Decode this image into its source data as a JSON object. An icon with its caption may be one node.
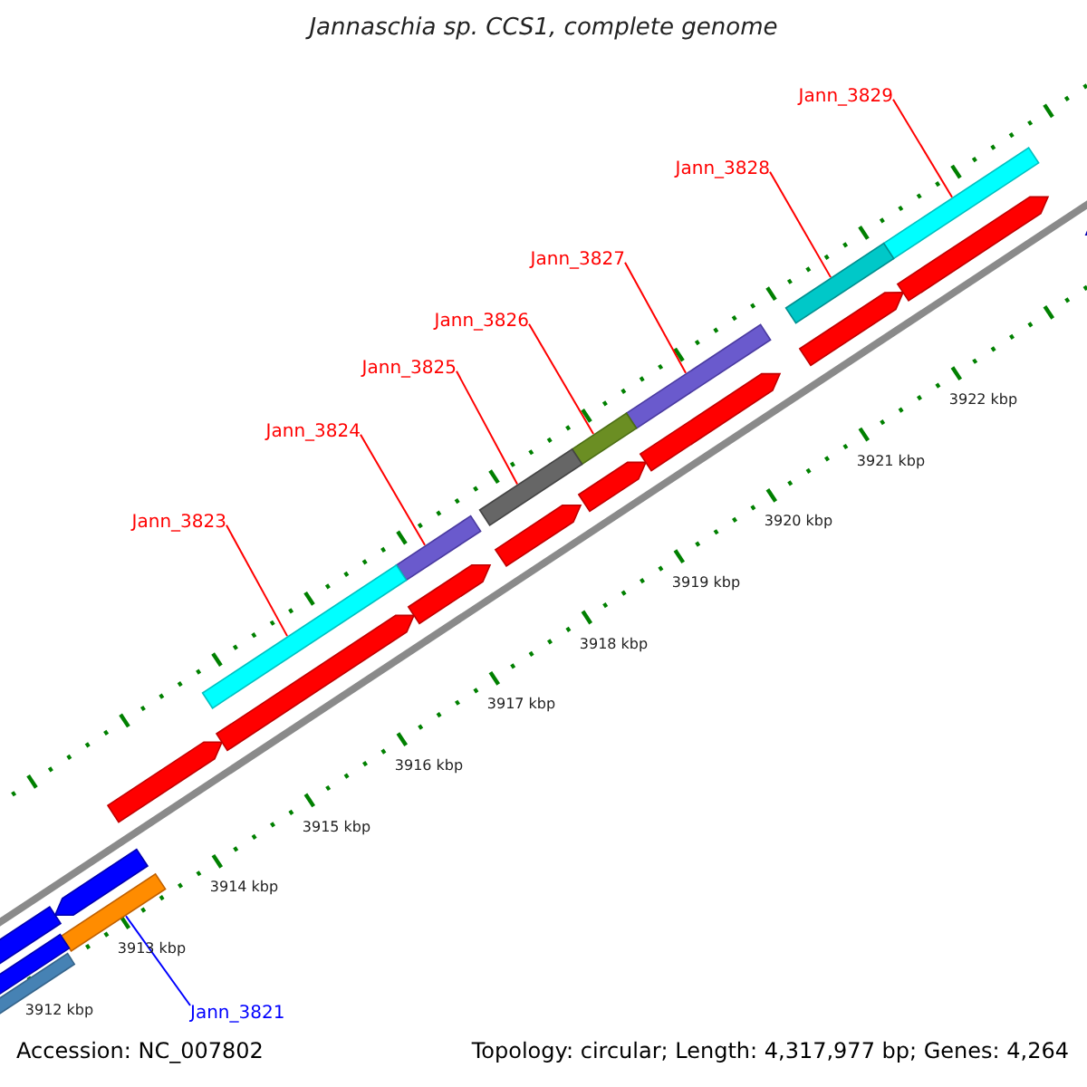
{
  "diagram": {
    "title": "Jannaschia sp. CCS1, complete genome",
    "nodes": [
      {
        "text": [
          "Jann_3829"
        ]
      },
      {
        "text": [
          "Jann_3828"
        ]
      },
      {
        "text": [
          "Jann_3827"
        ]
      },
      {
        "text": [
          "Jann_3826"
        ]
      },
      {
        "text": [
          "Jann_3825"
        ]
      },
      {
        "text": [
          "Jann_3824"
        ]
      },
      {
        "text": [
          "Jann_3823"
        ]
      },
      {
        "text": [
          "Jann_3821"
        ]
      },
      {
        "text": [],
        "shape": "bar"
      },
      {
        "text": [],
        "shape": "bar"
      },
      {
        "text": [],
        "shape": "bar"
      },
      {
        "text": [],
        "shape": "bar"
      },
      {
        "text": [],
        "shape": "bar"
      },
      {
        "text": [],
        "shape": "bar"
      },
      {
        "text": [],
        "shape": "bar"
      },
      {
        "text": [],
        "shape": "bar"
      },
      {
        "text": [],
        "shape": "pentagon"
      },
      {
        "text": [],
        "shape": "pentagon"
      },
      {
        "text": [],
        "shape": "pentagon"
      },
      {
        "text": [],
        "shape": "pentagon"
      },
      {
        "text": [],
        "shape": "pentagon"
      },
      {
        "text": [],
        "shape": "pentagon"
      },
      {
        "text": [],
        "shape": "pentagon"
      },
      {
        "text": [],
        "shape": "pentagon"
      },
      {
        "text": [],
        "shape": "pentagon"
      },
      {
        "text": [],
        "shape": "pentagon"
      },
      {
        "text": [],
        "shape": "pentagon"
      },
      {
        "text": [],
        "shape": "bar"
      },
      {
        "text": [],
        "shape": "bar"
      }
    ],
    "edges": [
      {
        "from": 0,
        "to": 8,
        "arrow": "none"
      },
      {
        "from": 1,
        "to": 9,
        "arrow": "none"
      },
      {
        "from": 2,
        "to": 10,
        "arrow": "none"
      },
      {
        "from": 3,
        "to": 11,
        "arrow": "none"
      },
      {
        "from": 4,
        "to": 12,
        "arrow": "none"
      },
      {
        "from": 5,
        "to": 13,
        "arrow": "none"
      },
      {
        "from": 6,
        "to": 14,
        "arrow": "none"
      },
      {
        "from": 7,
        "to": 15,
        "arrow": "none",
        "color": "#0000ff"
      }
    ],
    "labels": [
      "3922 kbp",
      "3921 kbp",
      "3920 kbp",
      "3919 kbp",
      "3918 kbp",
      "3917 kbp",
      "3916 kbp",
      "3915 kbp",
      "3914 kbp",
      "3913 kbp",
      "3912 kbp",
      "Accession: NC_007802",
      "Topology: circular; Length: 4,317,977 bp; Genes: 4,264"
    ]
  }
}
